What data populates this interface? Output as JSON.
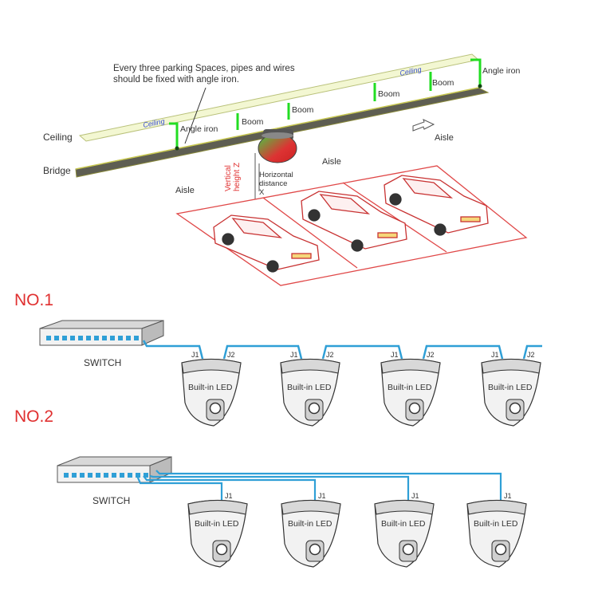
{
  "colors": {
    "ceiling_fill": "#f3f7d2",
    "ceiling_edge": "#b9c17a",
    "bridge_fill": "#5e5e52",
    "bridge_top": "#b8b848",
    "boom": "#22dd22",
    "wire": "#2f9fd6",
    "parking_line": "#e04848",
    "no_label": "#e03030"
  },
  "install": {
    "note_line1": "Every three parking Spaces, pipes and wires",
    "note_line2": "should be fixed with angle iron.",
    "ceiling_label": "Ceiling",
    "bridge_label": "Bridge",
    "ceiling_tag_left": "Ceiling",
    "ceiling_tag_right": "Ceiling",
    "angle_iron_left": "Angle iron",
    "angle_iron_right": "Angle iron",
    "boom_1": "Boom",
    "boom_2": "Boom",
    "boom_3": "Boom",
    "boom_4": "Boom",
    "aisle_left": "Aisle",
    "aisle_center": "Aisle",
    "aisle_right": "Aisle",
    "vertical_line1": "Vertical",
    "vertical_line2": "height Z",
    "horizontal_line1": "Horizontal",
    "horizontal_line2": "distance",
    "horizontal_line3": "X"
  },
  "no1": {
    "title": "NO.1",
    "switch_label": "SWITCH",
    "cameras": [
      {
        "label": "Built-in LED",
        "port_a": "J1",
        "port_b": "J2"
      },
      {
        "label": "Built-in LED",
        "port_a": "J1",
        "port_b": "J2"
      },
      {
        "label": "Built-in LED",
        "port_a": "J1",
        "port_b": "J2"
      },
      {
        "label": "Built-in LED",
        "port_a": "J1",
        "port_b": "J2"
      }
    ]
  },
  "no2": {
    "title": "NO.2",
    "switch_label": "SWITCH",
    "cameras": [
      {
        "label": "Built-in LED",
        "port": "J1"
      },
      {
        "label": "Built-in LED",
        "port": "J1"
      },
      {
        "label": "Built-in LED",
        "port": "J1"
      },
      {
        "label": "Built-in LED",
        "port": "J1"
      }
    ]
  }
}
